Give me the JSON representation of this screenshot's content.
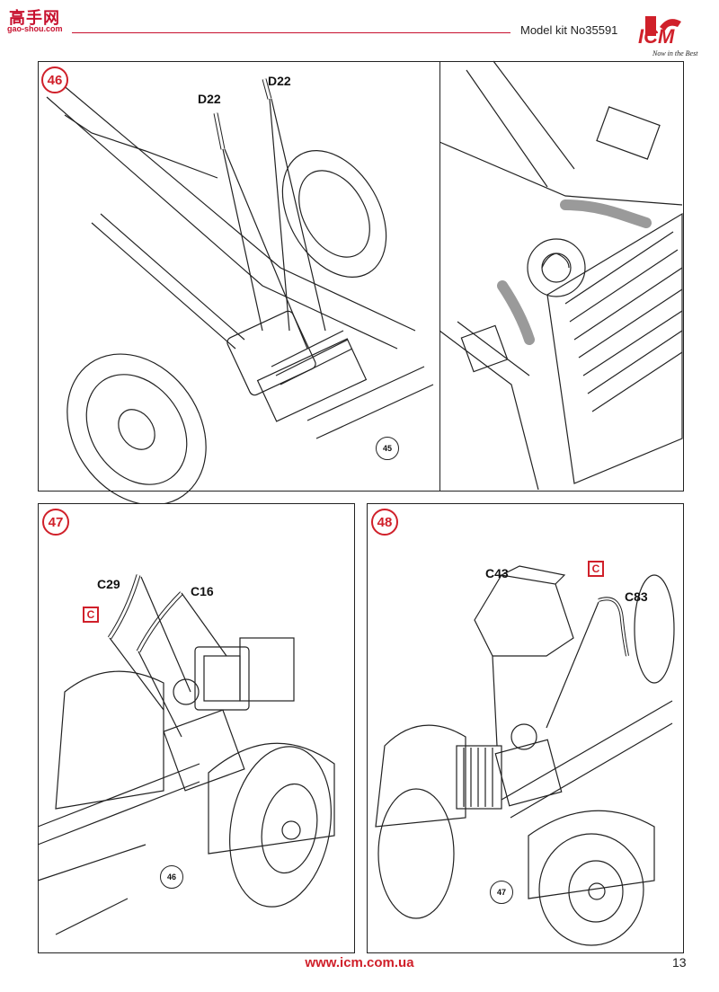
{
  "header": {
    "watermark_cn": "高手网",
    "watermark_url": "gao-shou.com",
    "kit_label": "Model kit No35591",
    "logo": {
      "brand": "ICM",
      "slogan": "Now in the Best",
      "color": "#d0202a"
    }
  },
  "steps": [
    {
      "number": "46",
      "parts": [
        "D22",
        "D22"
      ],
      "ref_step": "45"
    },
    {
      "number": "47",
      "parts": [
        "C29",
        "C16"
      ],
      "sprue": "C",
      "ref_step": "46"
    },
    {
      "number": "48",
      "parts": [
        "C43",
        "C83"
      ],
      "sprue": "C",
      "ref_step": "47"
    }
  ],
  "footer": {
    "url": "www.icm.com.ua",
    "page": "13"
  },
  "colors": {
    "accent": "#d0202a",
    "line": "#222222",
    "hose_highlight": "#9a9a9a"
  }
}
